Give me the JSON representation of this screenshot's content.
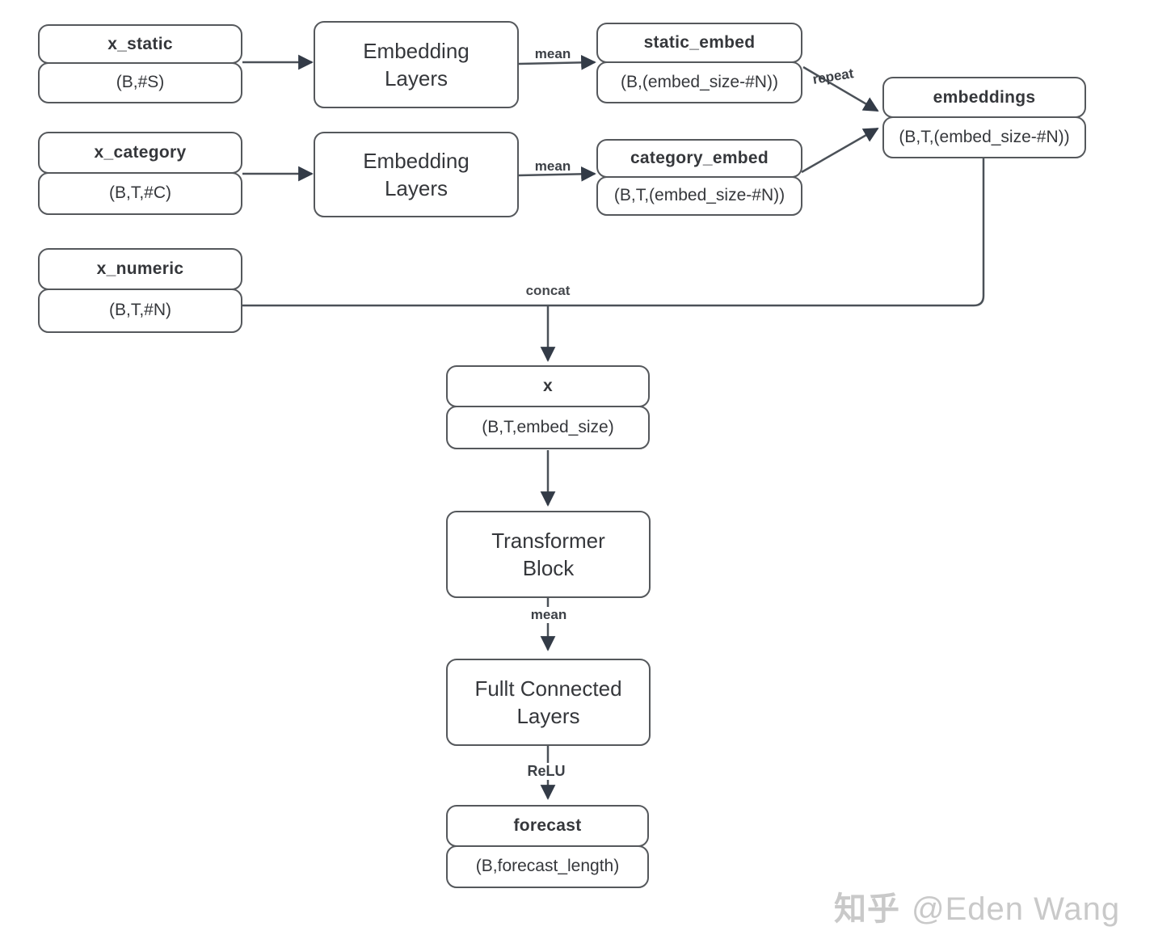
{
  "nodes": {
    "x_static": {
      "title": "x_static",
      "shape": "(B,#S)"
    },
    "embedding_layers_1": {
      "label": "Embedding\nLayers"
    },
    "static_embed": {
      "title": "static_embed",
      "shape": "(B,(embed_size-#N))"
    },
    "embeddings": {
      "title": "embeddings",
      "shape": "(B,T,(embed_size-#N))"
    },
    "x_category": {
      "title": "x_category",
      "shape": "(B,T,#C)"
    },
    "embedding_layers_2": {
      "label": "Embedding\nLayers"
    },
    "category_embed": {
      "title": "category_embed",
      "shape": "(B,T,(embed_size-#N))"
    },
    "x_numeric": {
      "title": "x_numeric",
      "shape": "(B,T,#N)"
    },
    "x": {
      "title": "x",
      "shape": "(B,T,embed_size)"
    },
    "transformer_block": {
      "label": "Transformer\nBlock"
    },
    "fully_connected": {
      "label": "Fullt Connected\nLayers"
    },
    "forecast": {
      "title": "forecast",
      "shape": "(B,forecast_length)"
    }
  },
  "edge_labels": {
    "mean": "mean",
    "repeat": "repeat",
    "concat": "concat",
    "relu": "ReLU"
  },
  "watermark": {
    "brand": "知乎",
    "handle": "@Eden Wang"
  },
  "colors": {
    "background": "#ffffff",
    "line": "#4b5158",
    "arrowhead": "#333b47",
    "node_border": "#55585c",
    "node_text": "#35373b",
    "watermark": "#c9c9c9"
  }
}
